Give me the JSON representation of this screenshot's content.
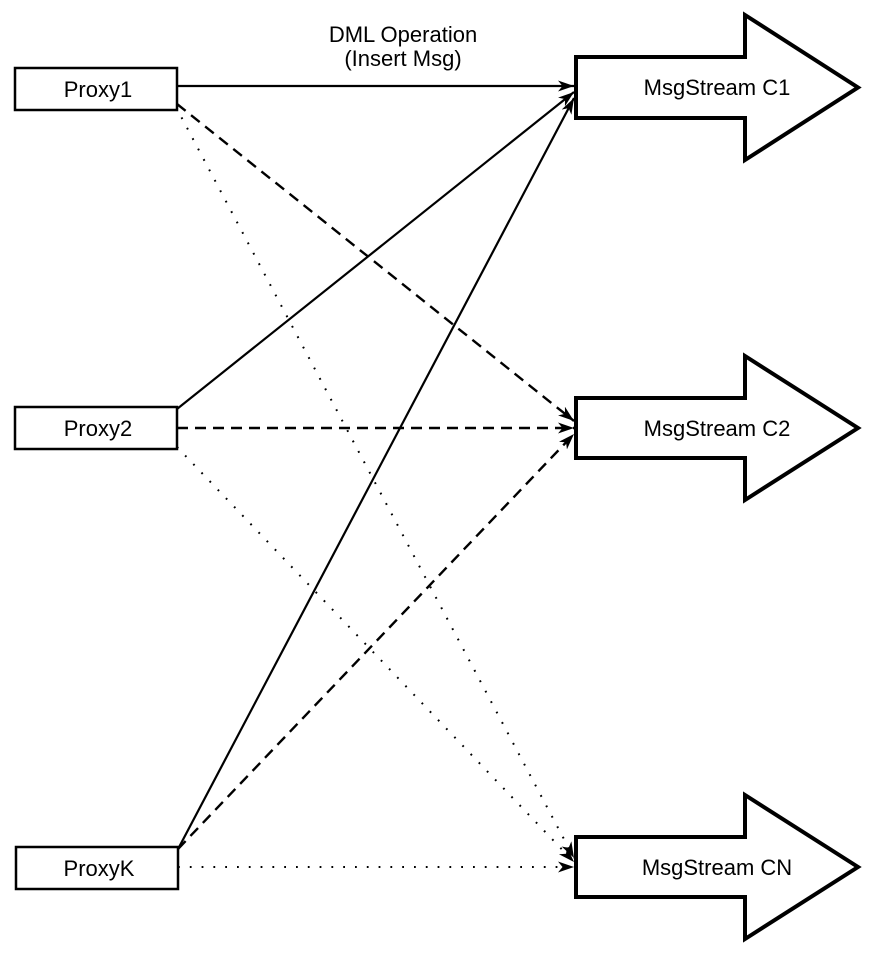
{
  "diagram": {
    "annotation": {
      "line1": "DML Operation",
      "line2": "(Insert Msg)"
    },
    "proxies": [
      {
        "label": "Proxy1"
      },
      {
        "label": "Proxy2"
      },
      {
        "label": "ProxyK"
      }
    ],
    "streams": [
      {
        "label": "MsgStream C1"
      },
      {
        "label": "MsgStream C2"
      },
      {
        "label": "MsgStream CN"
      }
    ],
    "edges": [
      {
        "from": "Proxy1",
        "to": "MsgStream C1",
        "style": "solid"
      },
      {
        "from": "Proxy2",
        "to": "MsgStream C1",
        "style": "solid"
      },
      {
        "from": "ProxyK",
        "to": "MsgStream C1",
        "style": "solid"
      },
      {
        "from": "Proxy1",
        "to": "MsgStream C2",
        "style": "dashed"
      },
      {
        "from": "Proxy2",
        "to": "MsgStream C2",
        "style": "dashed"
      },
      {
        "from": "ProxyK",
        "to": "MsgStream C2",
        "style": "dashed"
      },
      {
        "from": "Proxy1",
        "to": "MsgStream CN",
        "style": "dotted"
      },
      {
        "from": "Proxy2",
        "to": "MsgStream CN",
        "style": "dotted"
      },
      {
        "from": "ProxyK",
        "to": "MsgStream CN",
        "style": "dotted"
      }
    ],
    "colors": {
      "stroke": "#000000",
      "shape_fill": "#ffffff",
      "background": "#ffffff"
    }
  }
}
